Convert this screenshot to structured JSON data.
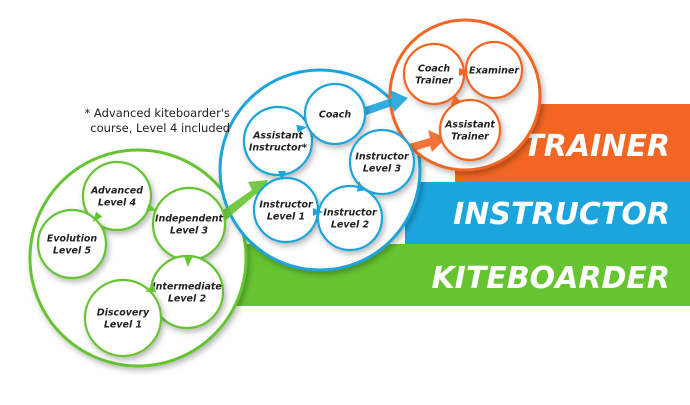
{
  "note": {
    "line1": "* Advanced kiteboarder's",
    "line2": "course, Level 4 included"
  },
  "colors": {
    "trainer": "#f26522",
    "instructor": "#1ca4dc",
    "kiteboarder": "#66c430"
  },
  "bands": [
    {
      "id": "trainer",
      "label": "TRAINER",
      "color": "#f26522"
    },
    {
      "id": "instructor",
      "label": "INSTRUCTOR",
      "color": "#1ca4dc"
    },
    {
      "id": "kiteboarder",
      "label": "KITEBOARDER",
      "color": "#66c430"
    }
  ],
  "groups": [
    {
      "id": "kiteboarder-group",
      "color": "#66c430"
    },
    {
      "id": "instructor-group",
      "color": "#1ca4dc"
    },
    {
      "id": "trainer-group",
      "color": "#f26522"
    }
  ],
  "nodes": [
    {
      "id": "advanced",
      "lines": [
        "Advanced",
        "Level 4"
      ],
      "color": "#66c430"
    },
    {
      "id": "evolution",
      "lines": [
        "Evolution",
        "Level 5"
      ],
      "color": "#66c430"
    },
    {
      "id": "independent",
      "lines": [
        "Independent",
        "Level 3"
      ],
      "color": "#66c430"
    },
    {
      "id": "intermediate",
      "lines": [
        "Intermediate",
        "Level 2"
      ],
      "color": "#66c430"
    },
    {
      "id": "discovery",
      "lines": [
        "Discovery",
        "Level 1"
      ],
      "color": "#66c430"
    },
    {
      "id": "assistant-instructor",
      "lines": [
        "Assistant",
        "Instructor*"
      ],
      "color": "#1ca4dc"
    },
    {
      "id": "coach",
      "lines": [
        "Coach"
      ],
      "color": "#1ca4dc"
    },
    {
      "id": "instructor-l3",
      "lines": [
        "Instructor",
        "Level 3"
      ],
      "color": "#1ca4dc"
    },
    {
      "id": "instructor-l1",
      "lines": [
        "Instructor",
        "Level 1"
      ],
      "color": "#1ca4dc"
    },
    {
      "id": "instructor-l2",
      "lines": [
        "Instructor",
        "Level 2"
      ],
      "color": "#1ca4dc"
    },
    {
      "id": "coach-trainer",
      "lines": [
        "Coach",
        "Trainer"
      ],
      "color": "#f26522"
    },
    {
      "id": "examiner",
      "lines": [
        "Examiner"
      ],
      "color": "#f26522"
    },
    {
      "id": "assistant-trainer",
      "lines": [
        "Assistant",
        "Trainer"
      ],
      "color": "#f26522"
    }
  ]
}
